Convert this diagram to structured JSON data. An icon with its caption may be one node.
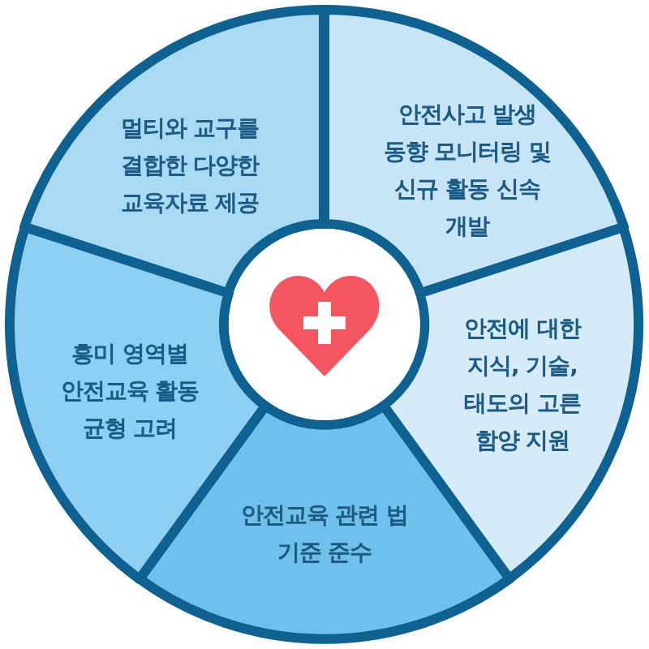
{
  "diagram": {
    "nodes": [
      {
        "text": [
          "멀티와 교구를 결합한 다양한 교육자료 제공"
        ]
      },
      {
        "text": [
          "안전사고 발생 동향 모니터링 및 신규 활동 신속 개발"
        ]
      },
      {
        "text": [
          "안전에 대한 지식, 기술, 태도의 고른 함양 지원"
        ]
      },
      {
        "text": [
          "안전교육 관련 법 기준 준수"
        ]
      },
      {
        "text": [
          "흥미 영역별 안전교육 활동 균형 고려"
        ]
      }
    ]
  }
}
